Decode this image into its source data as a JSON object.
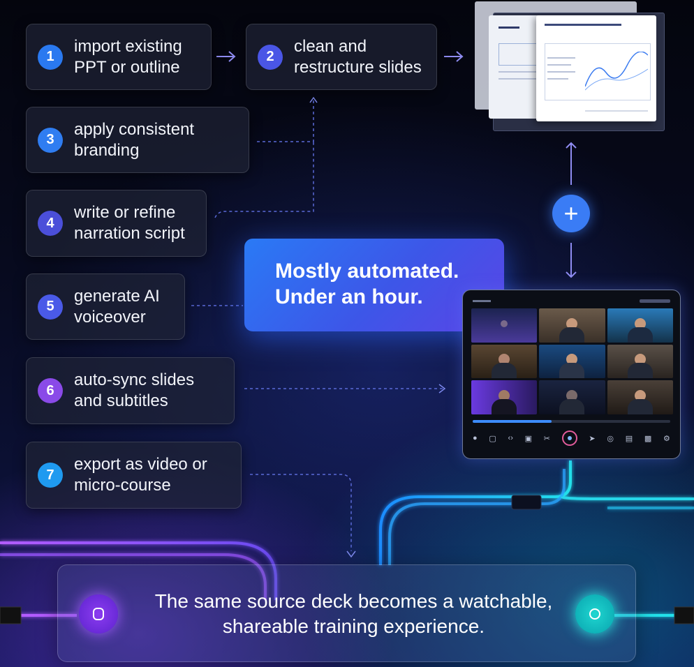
{
  "steps": [
    {
      "num": "1",
      "line1": "import existing",
      "line2": "PPT or outline",
      "color": "#2a79f0"
    },
    {
      "num": "2",
      "line1": "clean and",
      "line2": "restructure slides",
      "color": "#4a56e6"
    },
    {
      "num": "3",
      "line1": "apply consistent",
      "line2": "branding",
      "color": "#2f7df1"
    },
    {
      "num": "4",
      "line1": "write or refine",
      "line2": "narration script",
      "color": "#4b4fd9"
    },
    {
      "num": "5",
      "line1": "generate AI",
      "line2": "voiceover",
      "color": "#4a5ae8"
    },
    {
      "num": "6",
      "line1": "auto-sync slides",
      "line2": "and subtitles",
      "color": "#8a4ae8"
    },
    {
      "num": "7",
      "line1": "export as video or",
      "line2": "micro-course",
      "color": "#1f9af0"
    }
  ],
  "hero": {
    "line1": "Mostly automated.",
    "line2": "Under an hour."
  },
  "plus_icon": "plus-icon",
  "summary": {
    "line1": "The same source deck becomes a watchable,",
    "line2": "shareable training experience."
  },
  "colors": {
    "accent_blue": "#3a7cf5",
    "accent_purple": "#8b3cf0",
    "accent_cyan": "#19d3e0"
  }
}
